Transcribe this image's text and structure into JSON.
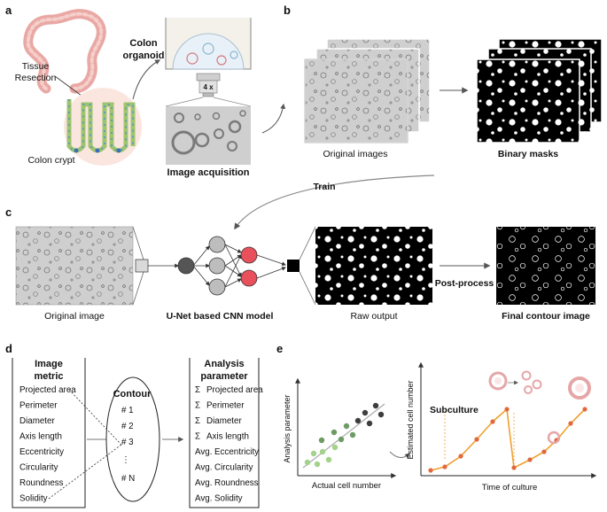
{
  "panels": {
    "a": "a",
    "b": "b",
    "c": "c",
    "d": "d",
    "e": "e"
  },
  "panel_a": {
    "tissue_resection": [
      "Tissue",
      "Resection"
    ],
    "colon_crypt": "Colon crypt",
    "colon_organoid": [
      "Colon",
      "organoid"
    ],
    "objective": "4 x",
    "image_acquisition": "Image acquisition"
  },
  "panel_b": {
    "original_images": "Original images",
    "binary_masks": "Binary masks",
    "train": "Train"
  },
  "panel_c": {
    "original_image": "Original image",
    "model": "U-Net based CNN model",
    "raw_output": "Raw output",
    "post_process": "Post-process",
    "final_contour": "Final contour image"
  },
  "panel_d": {
    "image_metric_title": [
      "Image",
      "metric"
    ],
    "metrics": [
      "Projected area",
      "Perimeter",
      "Diameter",
      "Axis length",
      "Eccentricity",
      "Circularity",
      "Roundness",
      "Solidity"
    ],
    "contour_title": "Contour",
    "contours": [
      "# 1",
      "# 2",
      "# 3",
      "⋮",
      "# N"
    ],
    "analysis_title": [
      "Analysis",
      "parameter"
    ],
    "parameters": [
      {
        "prefix": "Σ",
        "name": "Projected area"
      },
      {
        "prefix": "Σ",
        "name": "Perimeter"
      },
      {
        "prefix": "Σ",
        "name": "Diameter"
      },
      {
        "prefix": "Σ",
        "name": "Axis length"
      },
      {
        "prefix": "Avg.",
        "name": "Eccentricity"
      },
      {
        "prefix": "Avg.",
        "name": "Circularity"
      },
      {
        "prefix": "Avg.",
        "name": "Roundness"
      },
      {
        "prefix": "Avg.",
        "name": "Solidity"
      }
    ]
  },
  "panel_e": {
    "scatter_ylabel": "Analysis parameter",
    "scatter_xlabel": "Actual cell number",
    "growth_ylabel": "Estimated cell number",
    "growth_xlabel": "Time of culture",
    "subculture": "Subculture"
  },
  "colors": {
    "tissue": "#e9a8a4",
    "accent_red": "#e8505b",
    "node_dark": "#555555",
    "node_gray": "#bdbdbd",
    "scatter_light": "#a3d28a",
    "scatter_mid": "#6e9a63",
    "scatter_dark": "#3d3d3d",
    "growth_line": "#f0a030",
    "growth_point": "#e2683c"
  }
}
